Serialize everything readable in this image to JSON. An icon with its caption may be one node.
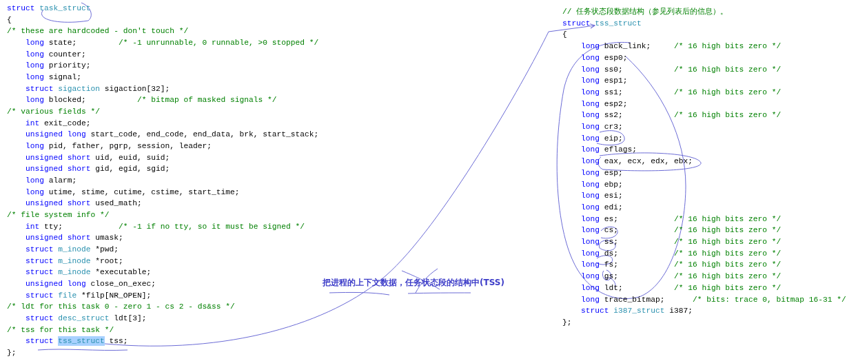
{
  "diagram": {
    "nodes": [
      {
        "text": [
          "tss_struct"
        ]
      },
      {
        "text": [
          "tss_struct"
        ]
      }
    ],
    "edges": [
      {
        "from": 0,
        "to": 1,
        "arrow": "to"
      }
    ],
    "labels": [
      "struct",
      "task_struct",
      "{",
      "/* these are hardcoded - don't touch */",
      "long",
      "state;",
      "/* -1 unrunnable, 0 runnable, >0 stopped */",
      "long",
      "counter;",
      "long",
      "priority;",
      "long",
      "signal;",
      "struct",
      "sigaction",
      "sigaction[32];",
      "long",
      "blocked;",
      "/* bitmap of masked signals */",
      "/* various fields */",
      "int",
      "exit_code;",
      "unsigned long",
      "start_code, end_code, end_data, brk, start_stack;",
      "long",
      "pid, father, pgrp, session, leader;",
      "unsigned short",
      "uid, euid, suid;",
      "unsigned short",
      "gid, egid, sgid;",
      "long",
      "alarm;",
      "long",
      "utime, stime, cutime, cstime, start_time;",
      "unsigned short",
      "used_math;",
      "/* file system info */",
      "int",
      "tty;",
      "/* -1 if no tty, so it must be signed */",
      "unsigned short",
      "umask;",
      "struct",
      "m_inode",
      "*pwd;",
      "struct",
      "m_inode",
      "*root;",
      "struct",
      "m_inode",
      "*executable;",
      "unsigned long",
      "close_on_exec;",
      "struct",
      "file",
      "*filp[NR_OPEN];",
      "/* ldt for this task 0 - zero 1 - cs 2 - ds&ss */",
      "struct",
      "desc_struct",
      "ldt[3];",
      "/* tss for this task */",
      "struct",
      "tss;",
      "};",
      "// 任务状态段数据结构（参见列表后的信息）。",
      "struct",
      "{",
      "long",
      "back_link;",
      "/* 16 high bits zero */",
      "long",
      "esp0;",
      "long",
      "ss0;",
      "/* 16 high bits zero */",
      "long",
      "esp1;",
      "long",
      "ss1;",
      "/* 16 high bits zero */",
      "long",
      "esp2;",
      "long",
      "ss2;",
      "/* 16 high bits zero */",
      "long",
      "cr3;",
      "long",
      "eip;",
      "long",
      "eflags;",
      "long",
      "eax, ecx, edx, ebx;",
      "long",
      "esp;",
      "long",
      "ebp;",
      "long",
      "esi;",
      "long",
      "edi;",
      "long",
      "es;",
      "/* 16 high bits zero */",
      "long",
      "cs;",
      "/* 16 high bits zero */",
      "long",
      "ss;",
      "/* 16 high bits zero */",
      "long",
      "ds;",
      "/* 16 high bits zero */",
      "long",
      "fs;",
      "/* 16 high bits zero */",
      "long",
      "gs;",
      "/* 16 high bits zero */",
      "long",
      "ldt;",
      "/* 16 high bits zero */",
      "long",
      "trace_bitmap;",
      "/* bits: trace 0, bitmap 16-31 */",
      "struct",
      "i387_struct",
      "i387;",
      "};",
      "把进程的上下文数据，任务状态段的结构中(TSS)"
    ]
  }
}
